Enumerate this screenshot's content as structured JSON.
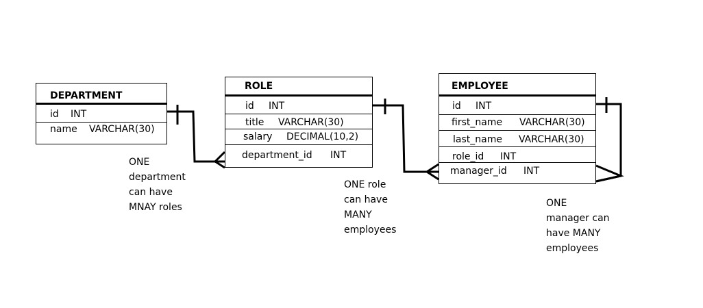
{
  "entities": {
    "department": {
      "title": "DEPARTMENT",
      "fields": [
        {
          "name": "id",
          "type": "INT"
        },
        {
          "name": "name",
          "type": "VARCHAR(30)"
        }
      ]
    },
    "role": {
      "title": "ROLE",
      "fields": [
        {
          "name": "id",
          "type": "INT"
        },
        {
          "name": "title",
          "type": "VARCHAR(30)"
        },
        {
          "name": "salary",
          "type": "DECIMAL(10,2)"
        },
        {
          "name": "department_id",
          "type": "INT"
        }
      ]
    },
    "employee": {
      "title": "EMPLOYEE",
      "fields": [
        {
          "name": "id",
          "type": "INT"
        },
        {
          "name": "first_name",
          "type": "VARCHAR(30)"
        },
        {
          "name": "last_name",
          "type": "VARCHAR(30)"
        },
        {
          "name": "role_id",
          "type": "INT"
        },
        {
          "name": "manager_id",
          "type": "INT"
        }
      ]
    }
  },
  "notes": {
    "dept_role": [
      "ONE",
      "department",
      "can have",
      "MNAY roles"
    ],
    "role_employee": [
      "ONE role",
      "can have",
      "MANY",
      "employees"
    ],
    "manager": [
      "ONE",
      "manager can",
      "have MANY",
      "employees"
    ]
  }
}
